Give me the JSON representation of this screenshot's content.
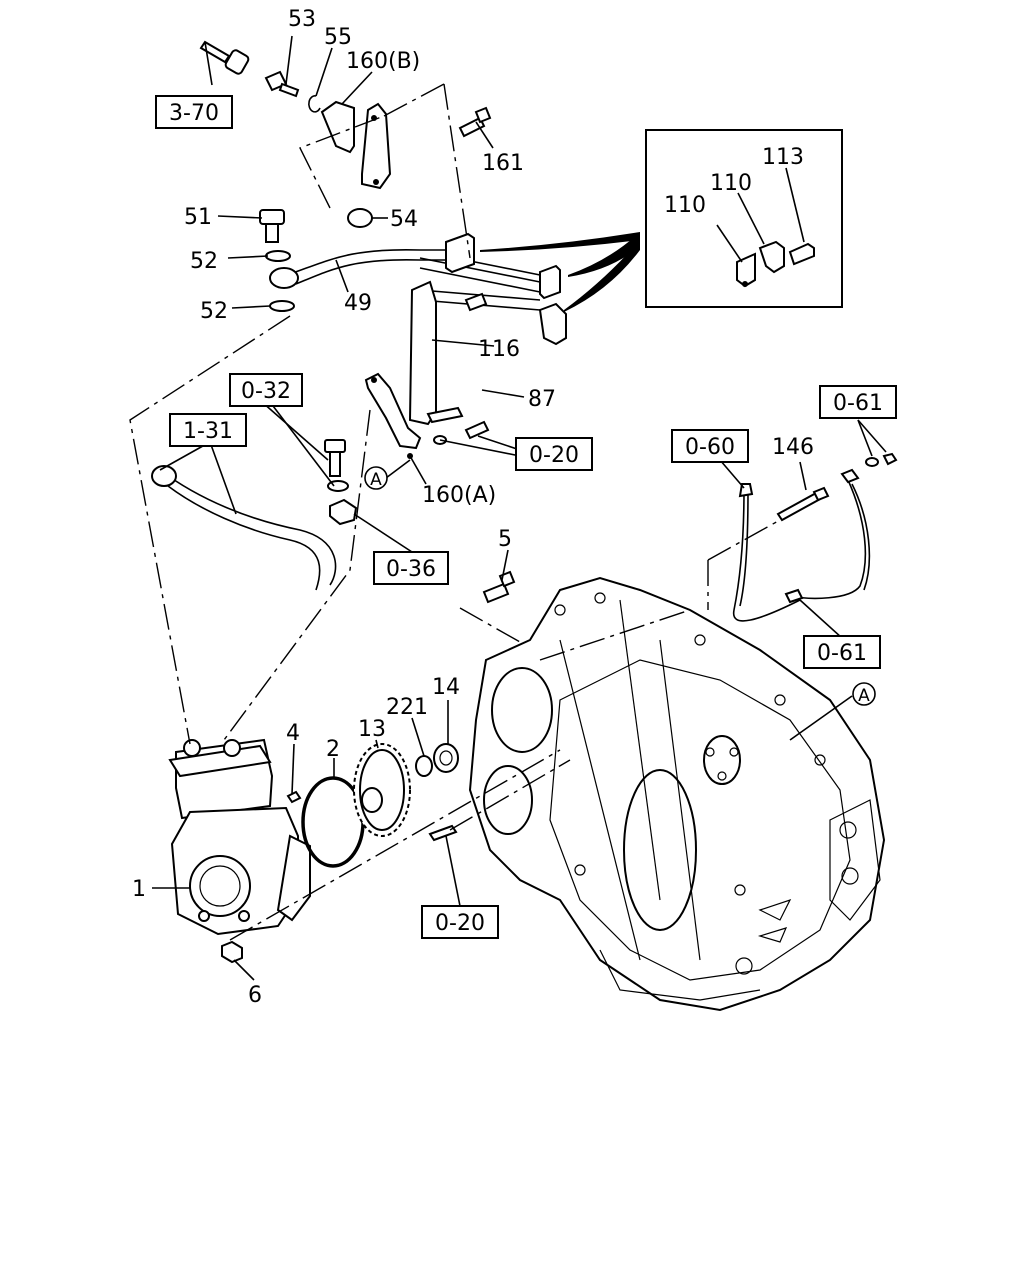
{
  "callouts": {
    "c53": "53",
    "c55": "55",
    "c160b": "160(B)",
    "c161": "161",
    "c51": "51",
    "c52a": "52",
    "c52b": "52",
    "c54": "54",
    "c49": "49",
    "c116": "116",
    "c87": "87",
    "c160a": "160(A)",
    "c146": "146",
    "c5": "5",
    "c14": "14",
    "c221": "221",
    "c13": "13",
    "c4": "4",
    "c2": "2",
    "c1": "1",
    "c6": "6",
    "c110a": "110",
    "c110b": "110",
    "c113": "113",
    "markerA1": "A",
    "markerA2": "A"
  },
  "refs": {
    "r370": "3-70",
    "r032": "0-32",
    "r131": "1-31",
    "r036": "0-36",
    "r020a": "0-20",
    "r020b": "0-20",
    "r060": "0-60",
    "r061a": "0-61",
    "r061b": "0-61"
  }
}
